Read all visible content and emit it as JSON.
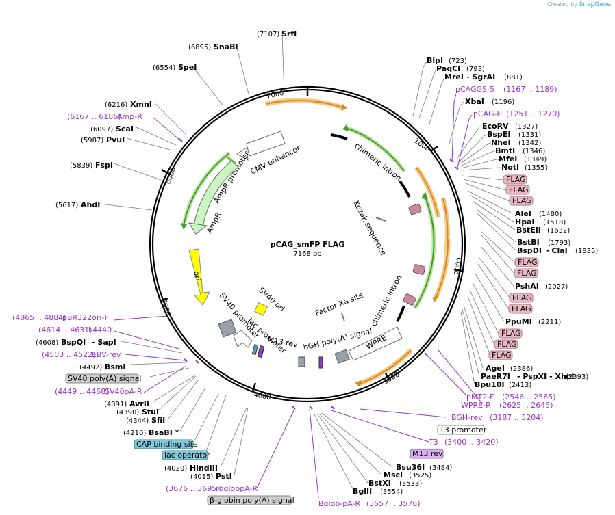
{
  "watermark": {
    "prefix": "Created by",
    "brand": "SnapGene"
  },
  "plasmid": {
    "name": "pCAG_smFP FLAG",
    "length": "7168 bp"
  },
  "ticks": [
    "1000",
    "2000",
    "3000",
    "4000",
    "5000",
    "6000",
    "7000"
  ],
  "sites_right": [
    {
      "name": "BlpI",
      "pos": "(723)"
    },
    {
      "name": "PaqCI",
      "pos": "(793)"
    },
    {
      "name": "MreI",
      "pos": "(881)",
      "extra": "- SgrAI"
    },
    {
      "name": "XbaI",
      "pos": "(1196)"
    },
    {
      "name": "EcoRV",
      "pos": "(1327)"
    },
    {
      "name": "BspEI",
      "pos": "(1331)"
    },
    {
      "name": "NheI",
      "pos": "(1342)"
    },
    {
      "name": "BmtI",
      "pos": "(1346)"
    },
    {
      "name": "MfeI",
      "pos": "(1349)"
    },
    {
      "name": "NotI",
      "pos": "(1355)"
    },
    {
      "name": "AleI",
      "pos": "(1480)"
    },
    {
      "name": "HpaI",
      "pos": "(1518)"
    },
    {
      "name": "BstEII",
      "pos": "(1632)"
    },
    {
      "name": "BstBI",
      "pos": "(1793)"
    },
    {
      "name": "BspDI",
      "pos": "(1835)",
      "extra": "- ClaI"
    },
    {
      "name": "PshAI",
      "pos": "(2027)"
    },
    {
      "name": "PpuMI",
      "pos": "(2211)"
    },
    {
      "name": "AgeI",
      "pos": "(2386)"
    },
    {
      "name": "PaeR7I",
      "pos": "(2393)",
      "extra": "- PspXI - XhoI"
    },
    {
      "name": "Bpu10I",
      "pos": "(2413)"
    },
    {
      "name": "Bsu36I",
      "pos": "(3484)"
    },
    {
      "name": "MscI",
      "pos": "(3525)"
    },
    {
      "name": "BstXI",
      "pos": "(3533)"
    },
    {
      "name": "BglII",
      "pos": "(3554)"
    }
  ],
  "sites_left": [
    {
      "name": "SrfI",
      "pos": "(7107)"
    },
    {
      "name": "SnaBI",
      "pos": "(6895)"
    },
    {
      "name": "SpeI",
      "pos": "(6554)"
    },
    {
      "name": "XmnI",
      "pos": "(6216)"
    },
    {
      "name": "ScaI",
      "pos": "(6097)"
    },
    {
      "name": "PvuI",
      "pos": "(5987)"
    },
    {
      "name": "FspI",
      "pos": "(5839)"
    },
    {
      "name": "AhdI",
      "pos": "(5617)"
    },
    {
      "name": "BspQI",
      "pos": "(4608)",
      "extra": "- SapI"
    },
    {
      "name": "BsmI",
      "pos": "(4492)"
    },
    {
      "name": "AvrII",
      "pos": "(4391)"
    },
    {
      "name": "StuI",
      "pos": "(4390)"
    },
    {
      "name": "SfiI",
      "pos": "(4344)"
    },
    {
      "name": "BsaBI *",
      "pos": "(4210)"
    },
    {
      "name": "HindIII",
      "pos": "(4020)"
    },
    {
      "name": "PstI",
      "pos": "(4015)"
    }
  ],
  "primers": [
    {
      "name": "pCAGGS-5",
      "range": "(1167 .. 1189)"
    },
    {
      "name": "pCAG-F",
      "range": "(1251 .. 1270)"
    },
    {
      "name": "Amp-R",
      "range": "(6167 .. 6186)"
    },
    {
      "name": "pBR322ori-F",
      "range": "(4865 .. 4884)"
    },
    {
      "name": "L4440",
      "range": "(4614 .. 4631)"
    },
    {
      "name": "EBV-rev",
      "range": "(4503 .. 4522)"
    },
    {
      "name": "SV40pA-R",
      "range": "(4449 .. 4468)"
    },
    {
      "name": "pMT2-F",
      "range": "(2546 .. 2565)"
    },
    {
      "name": "WPRE-R",
      "range": "(2625 .. 2645)"
    },
    {
      "name": "BGH-rev",
      "range": "(3187 .. 3204)"
    },
    {
      "name": "T3",
      "range": "(3400 .. 3420)"
    },
    {
      "name": "rbglobpA-R",
      "range": "(3676 .. 3695)"
    },
    {
      "name": "Bglob-pA-R",
      "range": "(3557 .. 3576)"
    }
  ],
  "boxed_labels": {
    "flag": "FLAG",
    "sv40_polya": "SV40 poly(A) signal",
    "cap_site": "CAP binding site",
    "lac_operator": "lac operator",
    "beta_globin": "β-globin poly(A) signal",
    "t3_promoter": "T3 promoter",
    "m13_rev": "M13 rev"
  },
  "features": {
    "chimeric_intron_1": "chimeric intron",
    "chimeric_intron_2": "chimeric intron",
    "kozak": "Kozak sequence",
    "factor_xa": "Factor Xa site",
    "wpre": "WPRE",
    "bgh": "bGH poly(A) signal",
    "cmv": "CMV enhancer",
    "ampr_promoter": "AmpR promoter",
    "ampr": "AmpR",
    "ori": "ori",
    "sv40_ori": "SV40 ori",
    "sv40_promoter": "SV40 promoter",
    "lac_promoter": "lac promoter",
    "m13_rev": "M13 rev"
  },
  "colors": {
    "backbone": "#000000",
    "primer": "#9b30c8",
    "orf_orange": "#f5a623",
    "intron_green": "#7cc942",
    "ampr_fill": "#c9f5c0",
    "ori_yellow": "#ffff00",
    "flag_box": "#e8b8c4",
    "cap_box": "#7ec8d8",
    "m13_box": "#d9b0f0",
    "grey_box": "#cfcfcf"
  }
}
